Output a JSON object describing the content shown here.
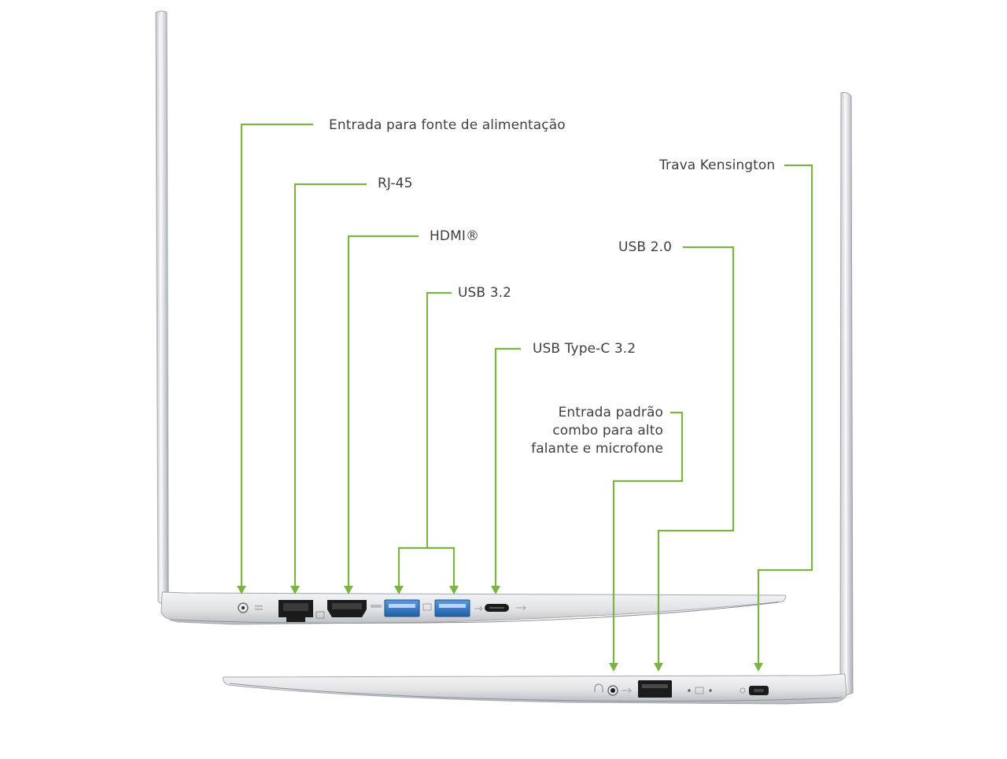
{
  "labels": {
    "power": "Entrada para fonte de alimentação",
    "rj45": "RJ-45",
    "hdmi": "HDMI®",
    "usb32": "USB 3.2",
    "usbc": "USB Type-C 3.2",
    "kensington": "Trava Kensington",
    "usb20": "USB 2.0",
    "audio": "Entrada padrão\ncombo para alto\nfalante e microfone"
  },
  "colors": {
    "leader": "#7cb342",
    "text": "#3f3f3f",
    "body_light": "#eef0f2",
    "body_mid": "#d4d7db",
    "body_dark": "#9a9ea4",
    "port_blue": "#2f78c4",
    "port_black": "#1b1b1b"
  }
}
